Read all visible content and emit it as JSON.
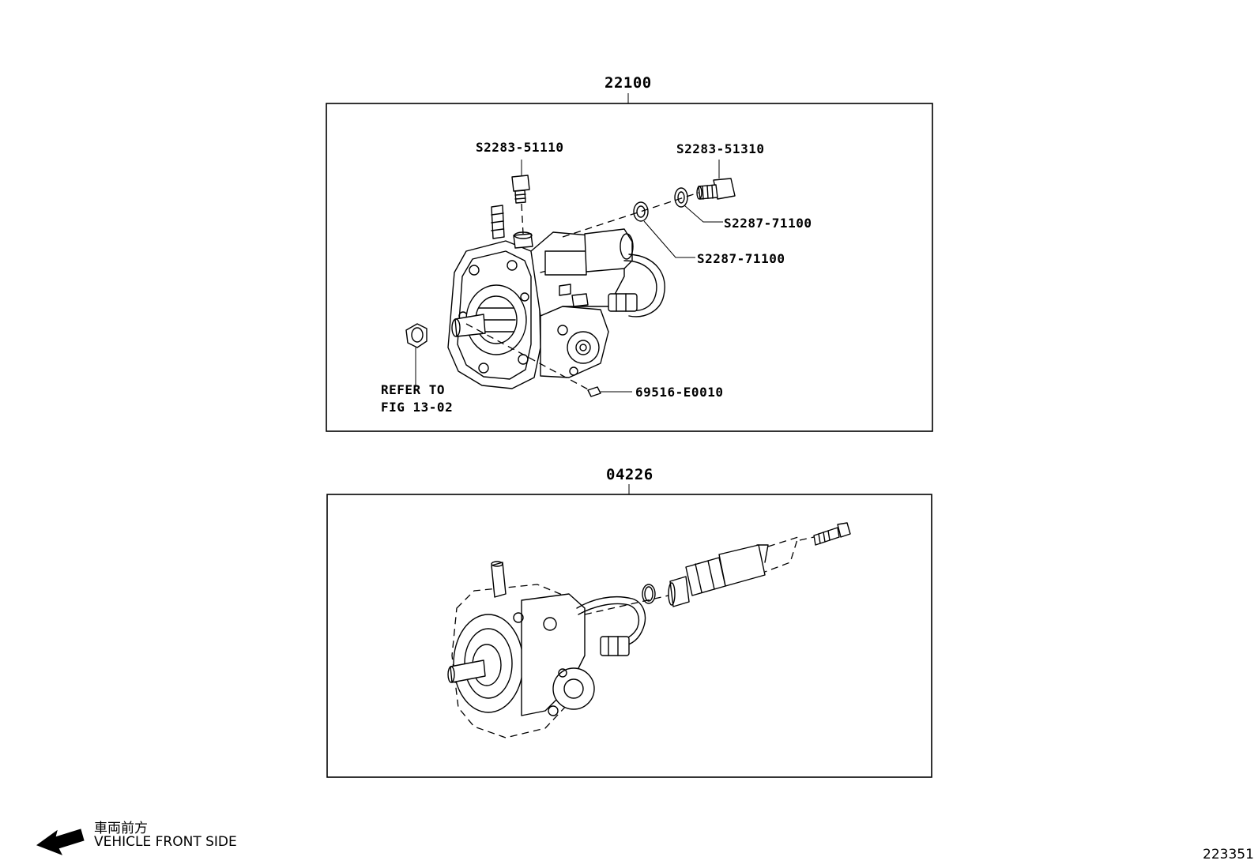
{
  "groups": [
    {
      "part_number": "22100"
    },
    {
      "part_number": "04226"
    }
  ],
  "callouts": {
    "bolt_top": "S2283-51110",
    "bolt_right": "S2283-51310",
    "gasket_outer": "S2287-71100",
    "gasket_inner": "S2287-71100",
    "key": "69516-E0010",
    "refer_line1": "REFER TO",
    "refer_line2": "FIG 13-02"
  },
  "orientation": {
    "japanese": "車両前方",
    "english": "VEHICLE FRONT SIDE"
  },
  "illustration_id": "223351"
}
